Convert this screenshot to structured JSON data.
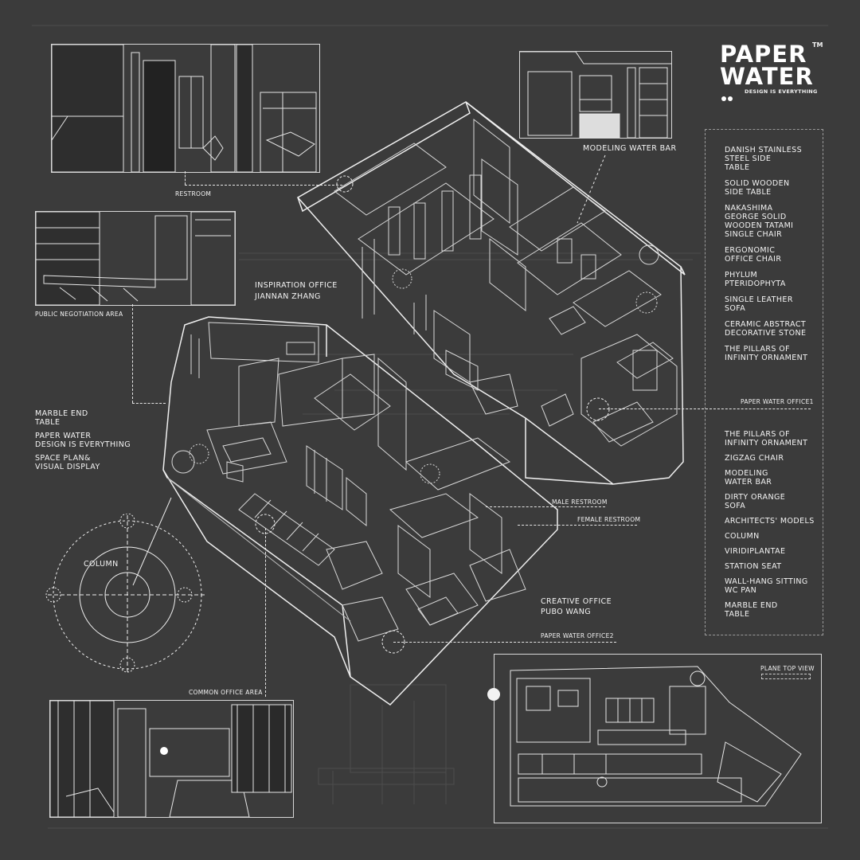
{
  "brand": {
    "line1": "PAPER",
    "line2": "WATER",
    "tm": "TM",
    "tagline": "DESIGN IS EVERYTHING"
  },
  "labels": {
    "restroom": "RESTROOM",
    "modeling_water_bar": "MODELING WATER BAR",
    "public_negotiation_area": "PUBLIC NEGOTIATION AREA",
    "inspiration_office": "INSPIRATION OFFICE",
    "inspiration_designer": "JIANNAN ZHANG",
    "marble_end_table": "MARBLE END\nTABLE",
    "paper_water_design": "PAPER WATER\nDESIGN IS EVERYTHING",
    "space_plan": "SPACE PLAN&\nVISUAL DISPLAY",
    "column": "COLUMN",
    "common_office_area": "COMMON OFFICE AREA",
    "paper_water_office1": "PAPER WATER OFFICE1",
    "male_restroom": "MALE RESTROOM",
    "female_restroom": "FEMALE RESTROOM",
    "creative_office": "CREATIVE OFFICE",
    "creative_designer": "PUBO WANG",
    "paper_water_office2": "PAPER WATER OFFICE2",
    "plane_top_view": "PLANE TOP VIEW"
  },
  "legend_a": [
    "DANISH STAINLESS\nSTEEL SIDE\nTABLE",
    "SOLID WOODEN\nSIDE TABLE",
    "NAKASHIMA\nGEORGE SOLID\nWOODEN TATAMI\nSINGLE CHAIR",
    "ERGONOMIC\nOFFICE CHAIR",
    "PHYLUM\nPTERIDOPHYTA",
    "SINGLE LEATHER\nSOFA",
    "CERAMIC ABSTRACT\nDECORATIVE STONE",
    "THE PILLARS OF\nINFINITY ORNAMENT"
  ],
  "legend_b": [
    "THE PILLARS OF\nINFINITY ORNAMENT",
    "ZIGZAG CHAIR",
    "MODELING\nWATER BAR",
    "DIRTY ORANGE\nSOFA",
    "ARCHITECTS' MODELS",
    "COLUMN",
    "VIRIDIPLANTAE",
    "STATION SEAT",
    "WALL-HANG SITTING\nWC PAN",
    "MARBLE END\nTABLE"
  ],
  "colors": {
    "background": "#3b3b3b",
    "line": "#f2f2f2",
    "dim_line": "#8c8c8c"
  }
}
